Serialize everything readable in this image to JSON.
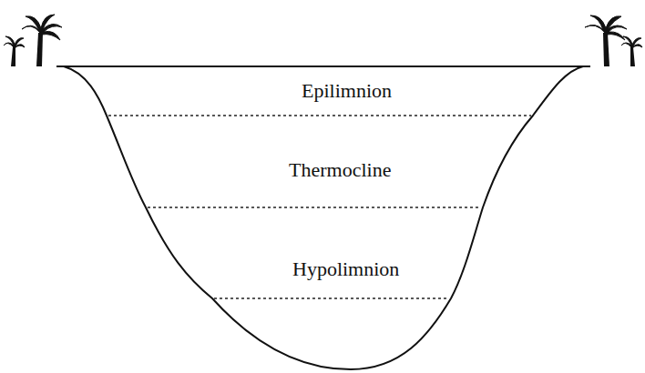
{
  "diagram": {
    "labels": [
      "Epilimnion",
      "Thermocline",
      "Hypolimnion"
    ]
  }
}
